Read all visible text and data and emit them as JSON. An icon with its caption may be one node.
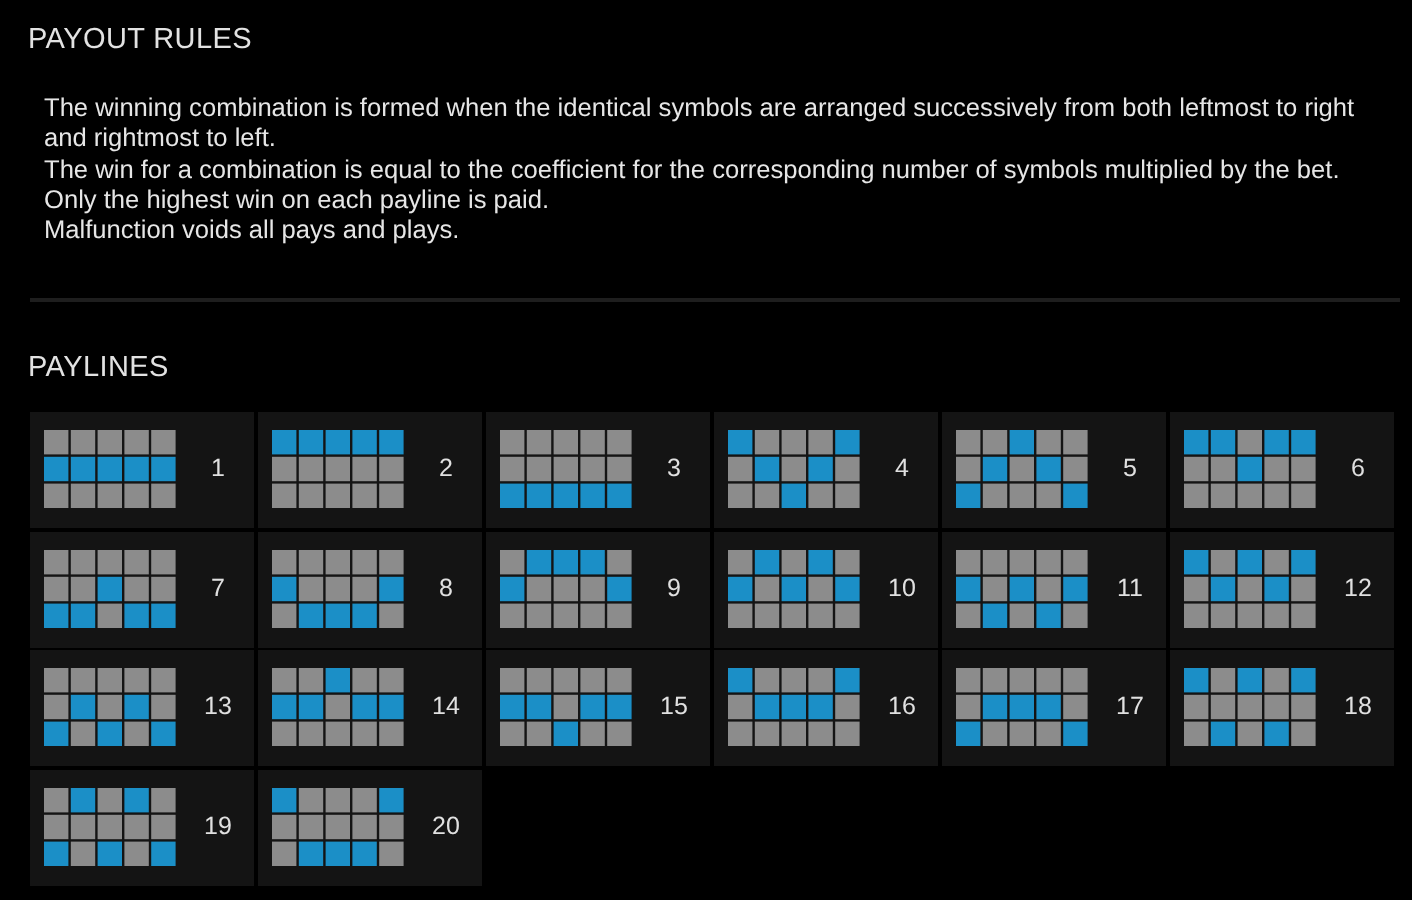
{
  "diagram": {
    "title": "PAYOUT RULES",
    "nodes": [
      {
        "text": [
          "1"
        ]
      },
      {
        "text": [
          "2"
        ]
      },
      {
        "text": [
          "3"
        ]
      },
      {
        "text": [
          "4"
        ]
      },
      {
        "text": [
          "5"
        ]
      },
      {
        "text": [
          "6"
        ]
      },
      {
        "text": [
          "7"
        ]
      },
      {
        "text": [
          "8"
        ]
      },
      {
        "text": [
          "9"
        ]
      },
      {
        "text": [
          "10"
        ]
      },
      {
        "text": [
          "11"
        ]
      },
      {
        "text": [
          "12"
        ]
      },
      {
        "text": [
          "13"
        ]
      },
      {
        "text": [
          "14"
        ]
      },
      {
        "text": [
          "15"
        ]
      },
      {
        "text": [
          "16"
        ]
      },
      {
        "text": [
          "17"
        ]
      },
      {
        "text": [
          "18"
        ]
      },
      {
        "text": [
          "19"
        ]
      },
      {
        "text": [
          "20"
        ]
      }
    ],
    "edges": [],
    "labels": [
      "The winning combination is formed when the identical symbols are arranged successively from both leftmost to right and rightmost to left.",
      "The win for a combination is equal to the coefficient for the corresponding number of symbols multiplied by the bet.",
      "Only the highest win on each payline is paid.",
      "Malfunction voids all pays and plays.",
      "PAYLINES"
    ]
  }
}
